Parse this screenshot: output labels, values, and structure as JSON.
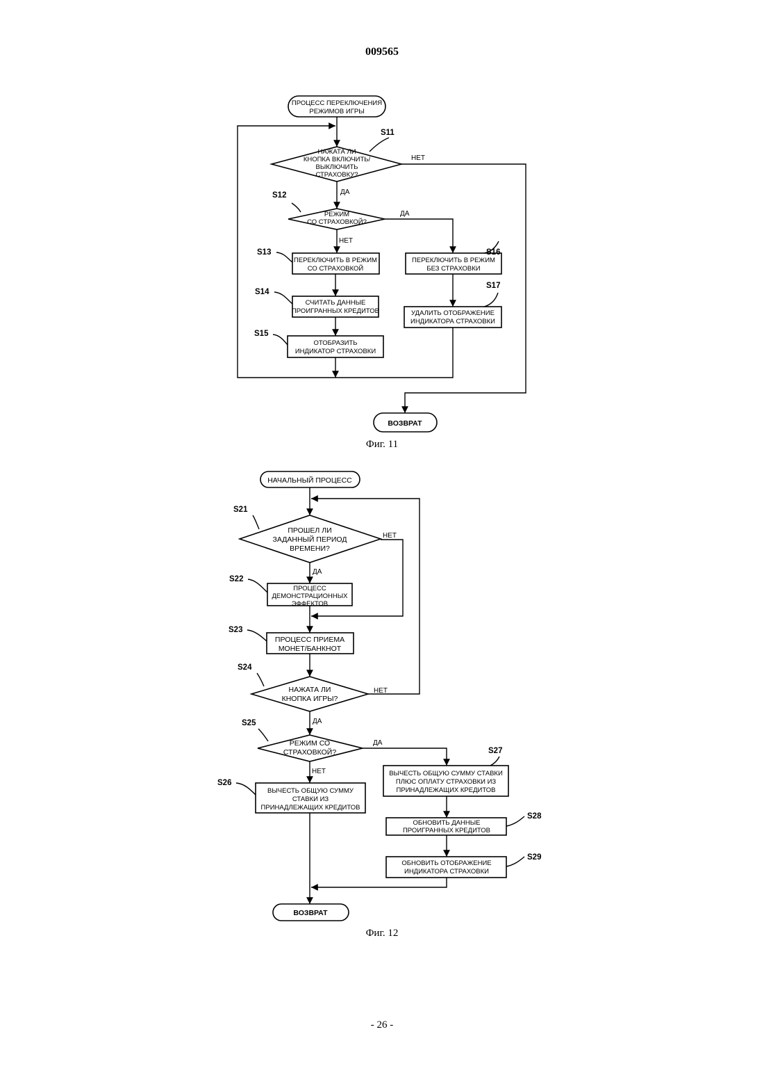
{
  "header": {
    "doc_number": "009565"
  },
  "footer": {
    "page_number": "- 26 -"
  },
  "fig11": {
    "caption": "Фиг. 11",
    "start": [
      "ПРОЦЕСС ПЕРЕКЛЮЧЕНИЯ",
      "РЕЖИМОВ ИГРЫ"
    ],
    "s11": {
      "id": "S11",
      "lines": [
        "НАЖАТА ЛИ",
        "КНОПКА ВКЛЮЧИТЬ/",
        "ВЫКЛЮЧИТЬ",
        "СТРАХОВКУ?"
      ],
      "no": "НЕТ",
      "yes": "ДА"
    },
    "s12": {
      "id": "S12",
      "lines": [
        "РЕЖИМ",
        "СО СТРАХОВКОЙ?"
      ],
      "yes": "ДА",
      "no": "НЕТ"
    },
    "s13": {
      "id": "S13",
      "lines": [
        "ПЕРЕКЛЮЧИТЬ В РЕЖИМ",
        "СО СТРАХОВКОЙ"
      ]
    },
    "s14": {
      "id": "S14",
      "lines": [
        "СЧИТАТЬ ДАННЫЕ",
        "ПРОИГРАННЫХ КРЕДИТОВ"
      ]
    },
    "s15": {
      "id": "S15",
      "lines": [
        "ОТОБРАЗИТЬ",
        "ИНДИКАТОР СТРАХОВКИ"
      ]
    },
    "s16": {
      "id": "S16",
      "lines": [
        "ПЕРЕКЛЮЧИТЬ В РЕЖИМ",
        "БЕЗ СТРАХОВКИ"
      ]
    },
    "s17": {
      "id": "S17",
      "lines": [
        "УДАЛИТЬ ОТОБРАЖЕНИЕ",
        "ИНДИКАТОРА СТРАХОВКИ"
      ]
    },
    "end": "ВОЗВРАТ"
  },
  "fig12": {
    "caption": "Фиг. 12",
    "start": "НАЧАЛЬНЫЙ ПРОЦЕСС",
    "s21": {
      "id": "S21",
      "lines": [
        "ПРОШЕЛ ЛИ",
        "ЗАДАННЫЙ ПЕРИОД",
        "ВРЕМЕНИ?"
      ],
      "no": "НЕТ",
      "yes": "ДА"
    },
    "s22": {
      "id": "S22",
      "lines": [
        "ПРОЦЕСС",
        "ДЕМОНСТРАЦИОННЫХ",
        "ЭФФЕКТОВ"
      ]
    },
    "s23": {
      "id": "S23",
      "lines": [
        "ПРОЦЕСС ПРИЕМА",
        "МОНЕТ/БАНКНОТ"
      ]
    },
    "s24": {
      "id": "S24",
      "lines": [
        "НАЖАТА ЛИ",
        "КНОПКА ИГРЫ?"
      ],
      "no": "НЕТ",
      "yes": "ДА"
    },
    "s25": {
      "id": "S25",
      "lines": [
        "РЕЖИМ СО",
        "СТРАХОВКОЙ?"
      ],
      "yes": "ДА",
      "no": "НЕТ"
    },
    "s26": {
      "id": "S26",
      "lines": [
        "ВЫЧЕСТЬ ОБЩУЮ СУММУ",
        "СТАВКИ ИЗ",
        "ПРИНАДЛЕЖАЩИХ КРЕДИТОВ"
      ]
    },
    "s27": {
      "id": "S27",
      "lines": [
        "ВЫЧЕСТЬ ОБЩУЮ СУММУ СТАВКИ",
        "ПЛЮС ОПЛАТУ СТРАХОВКИ ИЗ",
        "ПРИНАДЛЕЖАЩИХ КРЕДИТОВ"
      ]
    },
    "s28": {
      "id": "S28",
      "lines": [
        "ОБНОВИТЬ ДАННЫЕ",
        "ПРОИГРАННЫХ КРЕДИТОВ"
      ]
    },
    "s29": {
      "id": "S29",
      "lines": [
        "ОБНОВИТЬ ОТОБРАЖЕНИЕ",
        "ИНДИКАТОРА СТРАХОВКИ"
      ]
    },
    "end": "ВОЗВРАТ"
  }
}
